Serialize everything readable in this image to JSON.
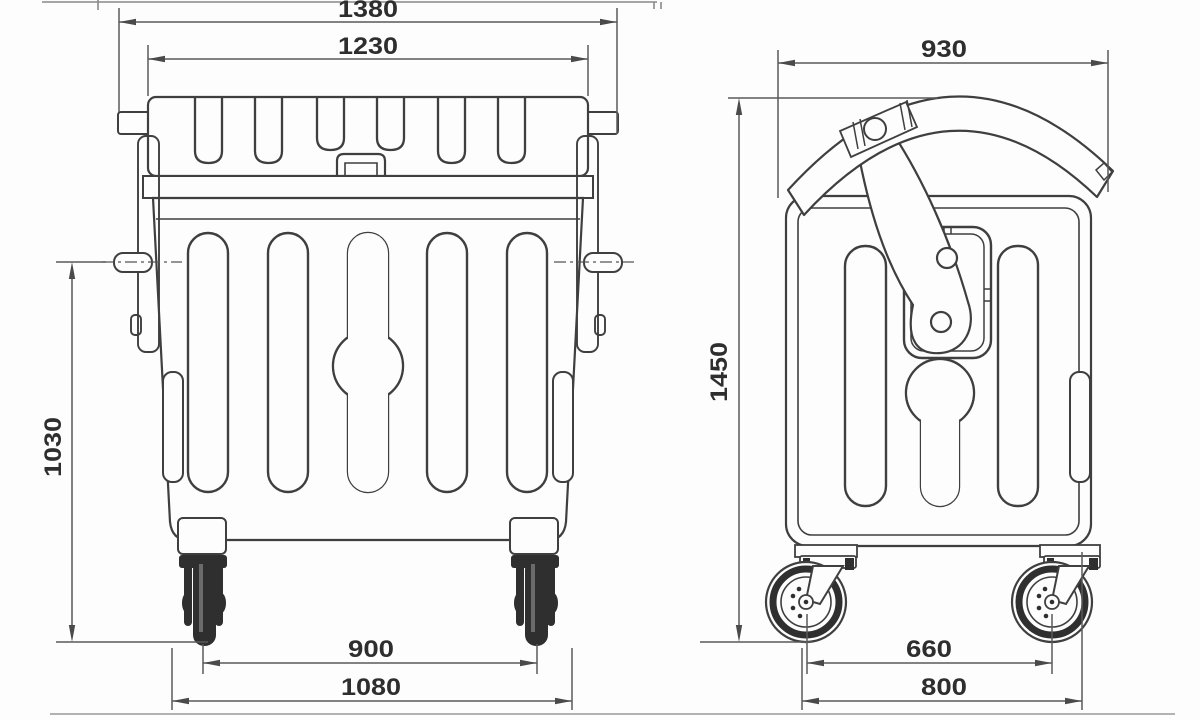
{
  "drawing": {
    "colors": {
      "background": "#fdfdfd",
      "outline": "#3f3f3f",
      "dimension_line": "#5a5a5a",
      "label_text": "#2e2e2e",
      "wheel_fill": "#2f2f2f"
    },
    "front_view": {
      "dims": {
        "overall_width": "1380",
        "lid_width": "1230",
        "side_height": "1030",
        "wheel_track": "900",
        "base_width": "1080"
      }
    },
    "side_view": {
      "dims": {
        "top_depth": "930",
        "overall_height": "1450",
        "wheel_base": "660",
        "base_depth": "800"
      }
    }
  }
}
